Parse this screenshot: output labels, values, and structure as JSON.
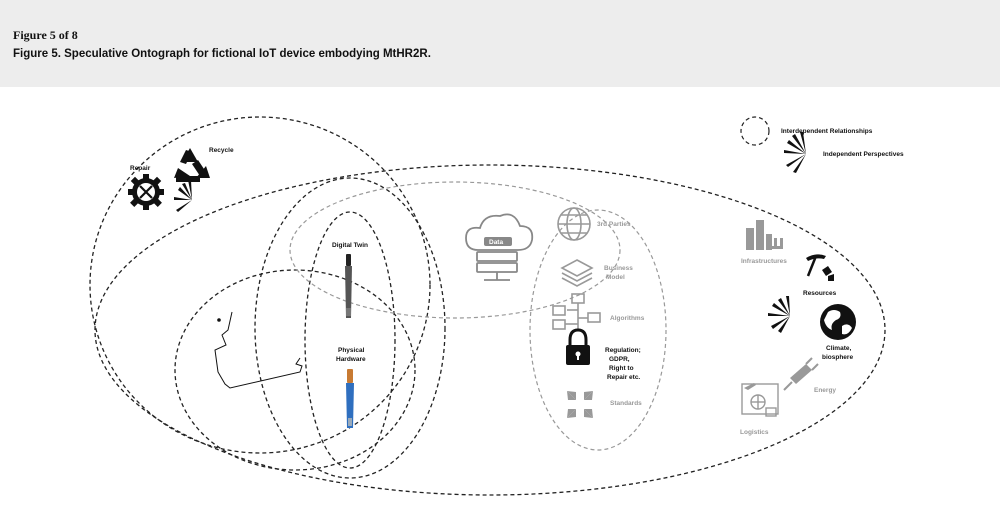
{
  "header": {
    "figure_number": "Figure 5 of 8",
    "caption": "Figure 5. Speculative Ontograph for fictional IoT device embodying MtHR2R."
  },
  "legend": {
    "interdependent": "Interdependent Relationships",
    "independent": "Independent Perspectives"
  },
  "labels": {
    "repair": "Repair",
    "recycle": "Recycle",
    "digital_twin": "Digital Twin",
    "physical_hardware_1": "Physical",
    "physical_hardware_2": "Hardware",
    "data": "Data",
    "third_parties": "3rd Parties",
    "business_model_1": "Business",
    "business_model_2": "Model",
    "algorithms": "Algorithms",
    "regulation_1": "Regulation;",
    "regulation_2": "GDPR,",
    "regulation_3": "Right to",
    "regulation_4": "Repair etc.",
    "standards": "Standards",
    "infrastructures": "Infrastructures",
    "resources": "Resources",
    "climate_1": "Climate,",
    "climate_2": "biosphere",
    "energy": "Energy",
    "logistics": "Logistics"
  }
}
